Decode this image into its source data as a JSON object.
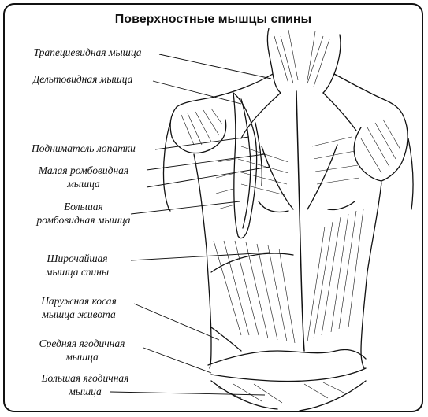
{
  "title": "Поверхностные мышцы спины",
  "labels": [
    {
      "id": "trapezius",
      "lines": [
        "Трапециевидная мышца"
      ]
    },
    {
      "id": "deltoid",
      "lines": [
        "Дельтовидная мышца"
      ]
    },
    {
      "id": "levator",
      "lines": [
        "Подниматель лопатки"
      ]
    },
    {
      "id": "rhomboid-minor",
      "lines": [
        "Малая ромбовидная",
        "мышца"
      ]
    },
    {
      "id": "rhomboid-major",
      "lines": [
        "Большая",
        "ромбовидная мышца"
      ]
    },
    {
      "id": "latissimus",
      "lines": [
        "Широчайшая",
        "мышца спины"
      ]
    },
    {
      "id": "external-oblique",
      "lines": [
        "Наружная косая",
        "мышца живота"
      ]
    },
    {
      "id": "gluteus-medius",
      "lines": [
        "Средняя ягодичная",
        "мышца"
      ]
    },
    {
      "id": "gluteus-maximus",
      "lines": [
        "Большая ягодичная",
        "мышца"
      ]
    }
  ],
  "colors": {
    "ink": "#111111",
    "background": "#ffffff"
  }
}
